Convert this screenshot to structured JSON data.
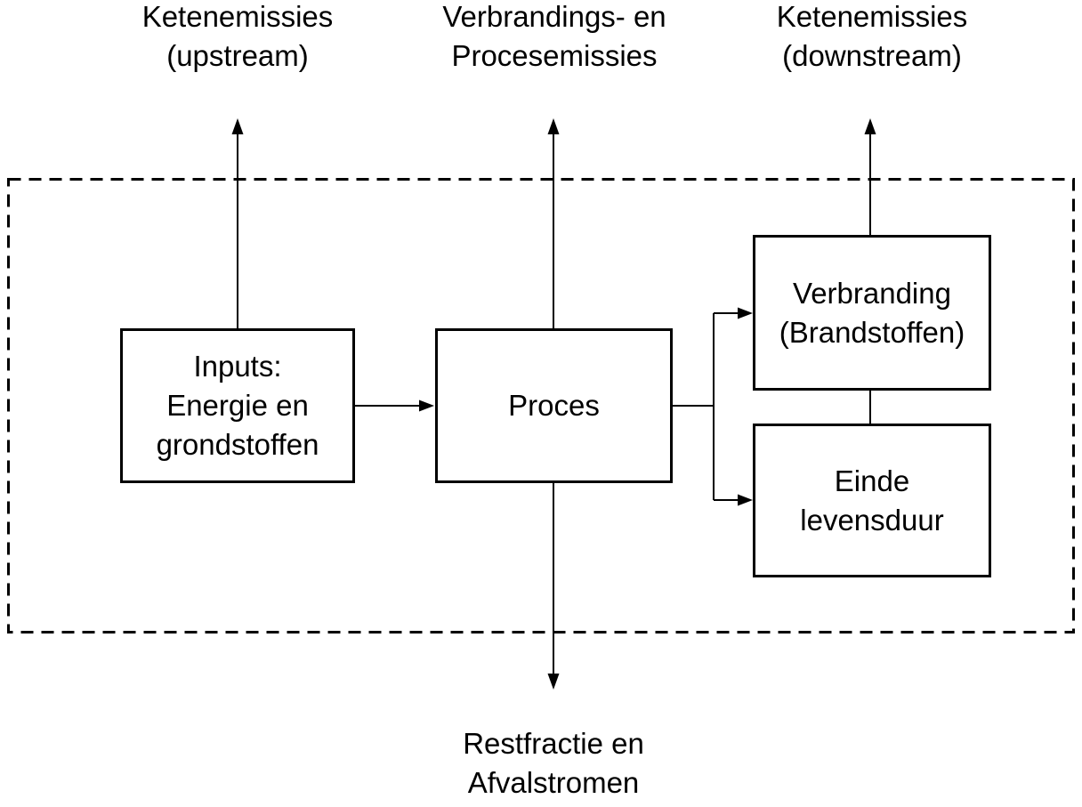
{
  "diagram": {
    "external_labels": {
      "upstream": "Ketenemissies\n(upstream)",
      "process_emissions": "Verbrandings- en\nProcesemissies",
      "downstream": "Ketenemissies\n(downstream)",
      "waste": "Restfractie en\nAfvalstromen"
    },
    "boxes": {
      "inputs": "Inputs:\nEnergie en\ngrondstoffen",
      "process": "Proces",
      "combustion": "Verbranding\n(Brandstoffen)",
      "end_of_life": "Einde\nlevensduur"
    },
    "colors": {
      "line": "#000000",
      "text": "#000000",
      "background": "#ffffff"
    }
  }
}
